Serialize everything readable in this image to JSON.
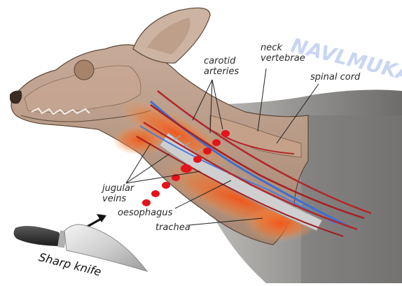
{
  "watermark": {
    "text": "NAVLMUKA",
    "color": "#c9d6f2"
  },
  "labels": {
    "carotid": [
      "carotid",
      "arteries"
    ],
    "neck": [
      "neck",
      "vertebrae"
    ],
    "spinal": "spinal cord",
    "jugular": [
      "jugular",
      "veins"
    ],
    "oesophagus": "oesophagus",
    "trachea": "trachea",
    "knife": "Sharp knife"
  },
  "colors": {
    "artery": "#b3262a",
    "vein": "#3d6fd1",
    "cut_marks": "#e3141b",
    "hide": "#b89a86",
    "background_body": "#8a8886",
    "glow": "#f05a24",
    "label_text": "#2a2a2a"
  },
  "icons": {
    "knife": "knife-icon",
    "arrow": "arrow-up-right-icon"
  }
}
